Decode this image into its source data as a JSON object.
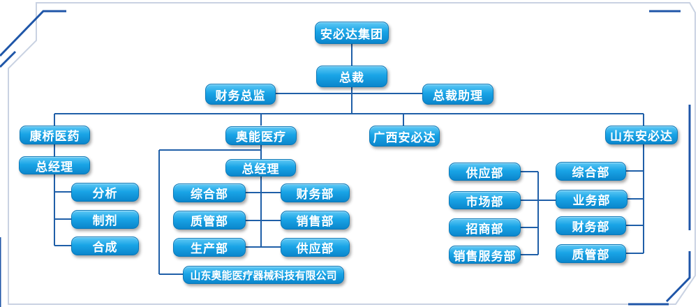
{
  "nodes": {
    "group": "安必达集团",
    "president": "总裁",
    "finance_director": "财务总监",
    "president_assistant": "总裁助理",
    "kangqiao": {
      "title": "康桥医药",
      "manager": "总经理",
      "units": [
        "分析",
        "制剂",
        "合成"
      ]
    },
    "aoneng": {
      "title": "奥能医疗",
      "manager": "总经理",
      "left_units": [
        "综合部",
        "质管部",
        "生产部"
      ],
      "right_units": [
        "财务部",
        "销售部",
        "供应部"
      ],
      "subsidiary": "山东奥能医疗器械科技有限公司"
    },
    "guangxi": {
      "title": "广西安必达"
    },
    "shandong": {
      "title": "山东安必达",
      "left_units": [
        "供应部",
        "市场部",
        "招商部",
        "销售服务部"
      ],
      "right_units": [
        "综合部",
        "业务部",
        "财务部",
        "质管部"
      ]
    }
  }
}
